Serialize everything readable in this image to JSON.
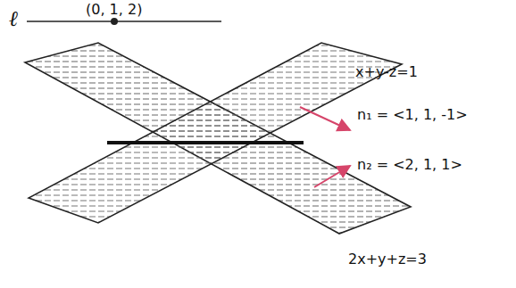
{
  "diagram": {
    "labels": [
      "ℓ",
      "(0, 1, 2)",
      "x+y-z=1",
      "n₁ = <1, 1, -1>",
      "n₂ = <2, 1, 1>",
      "2x+y+z=3"
    ]
  }
}
